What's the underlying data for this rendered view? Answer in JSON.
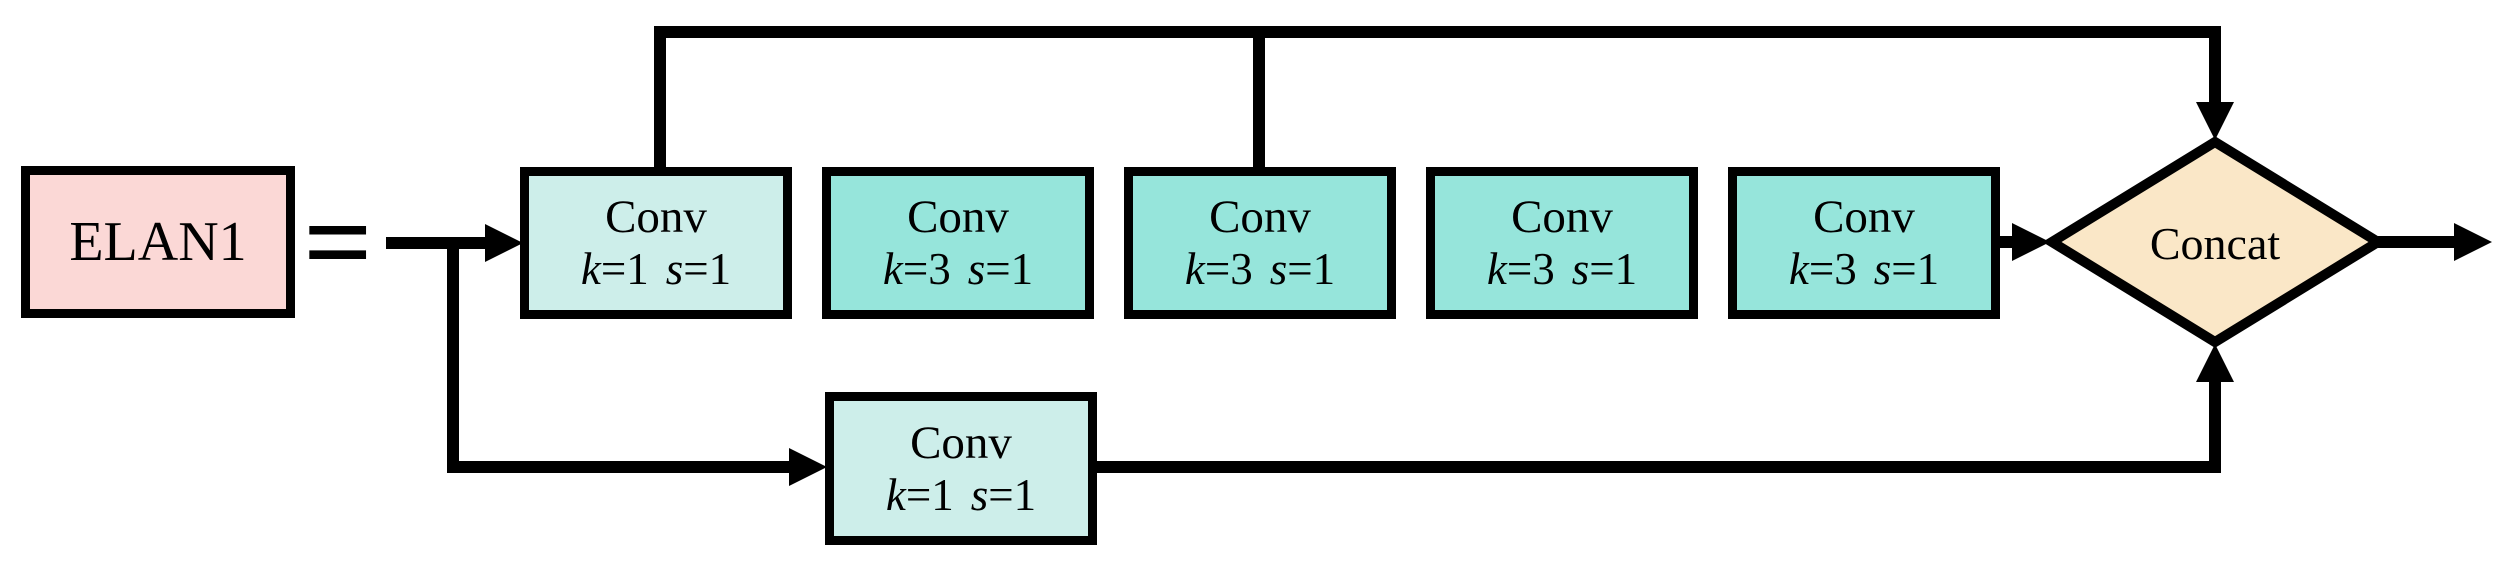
{
  "colors": {
    "line": "#000000",
    "elan_pink": "#fbd8d6",
    "conv_light_teal": "#cdeeea",
    "conv_teal": "#96e5db",
    "concat_peach": "#fae7c7"
  },
  "elan_block": {
    "label": "ELAN1",
    "fill": "#fbd8d6"
  },
  "equals_sign": "=",
  "top_row": [
    {
      "title": "Conv",
      "k": "k",
      "k_val": "=1",
      "s": "s",
      "s_val": "=1",
      "fill": "#cdeeea"
    },
    {
      "title": "Conv",
      "k": "k",
      "k_val": "=3",
      "s": "s",
      "s_val": "=1",
      "fill": "#96e5db"
    },
    {
      "title": "Conv",
      "k": "k",
      "k_val": "=3",
      "s": "s",
      "s_val": "=1",
      "fill": "#96e5db"
    },
    {
      "title": "Conv",
      "k": "k",
      "k_val": "=3",
      "s": "s",
      "s_val": "=1",
      "fill": "#96e5db"
    },
    {
      "title": "Conv",
      "k": "k",
      "k_val": "=3",
      "s": "s",
      "s_val": "=1",
      "fill": "#96e5db"
    }
  ],
  "bypass_block": {
    "title": "Conv",
    "k": "k",
    "k_val": "=1",
    "s": "s",
    "s_val": "=1",
    "fill": "#cdeeea"
  },
  "concat_block": {
    "label": "Concat",
    "fill": "#fae7c7"
  }
}
